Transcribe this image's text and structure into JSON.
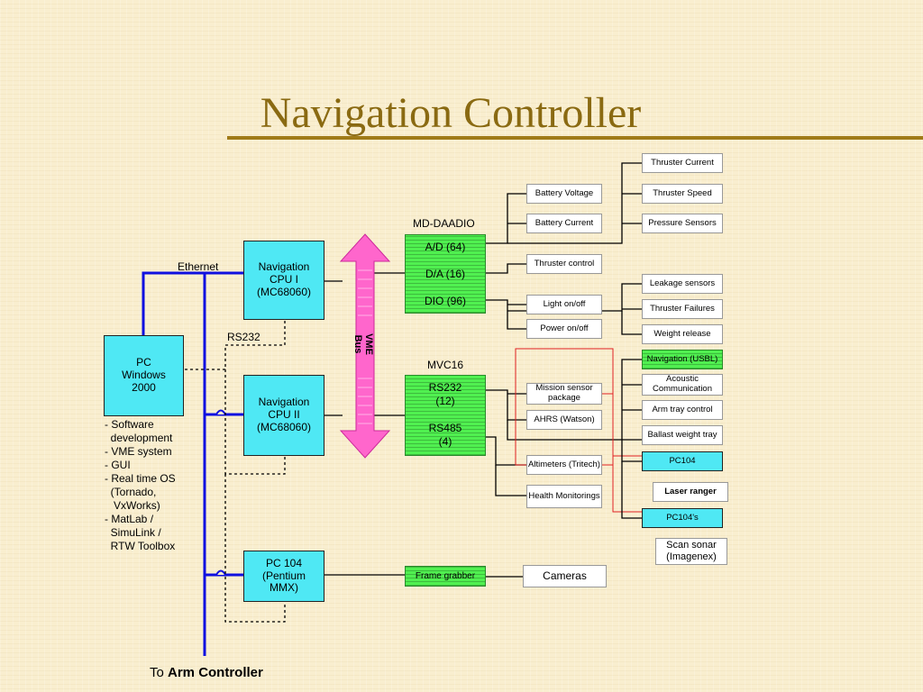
{
  "title": "Navigation Controller",
  "labels": {
    "ethernet": "Ethernet",
    "rs232": "RS232",
    "md_daadio": "MD-DAADIO",
    "mvc16": "MVC16",
    "vme_bus": "VME Bus",
    "to_arm_prefix": "To ",
    "to_arm_bold": "Arm Controller"
  },
  "pc_windows": [
    "PC",
    "Windows",
    "2000"
  ],
  "pc_notes": [
    "- Software",
    "  development",
    "- VME system",
    "- GUI",
    "- Real time OS",
    "  (Tornado,",
    "   VxWorks)",
    "- MatLab /",
    "  SimuLink /",
    "  RTW Toolbox"
  ],
  "cpu1": [
    "Navigation",
    "CPU  I",
    "(MC68060)"
  ],
  "cpu2": [
    "Navigation",
    "CPU  II",
    "(MC68060)"
  ],
  "pc104_pentium": [
    "PC 104",
    "(Pentium",
    "MMX)"
  ],
  "daadio": {
    "ad": "A/D (64)",
    "da": "D/A  (16)",
    "dio": "DIO (96)"
  },
  "mvc": {
    "rs232": "RS232",
    "rs232_n": "(12)",
    "rs485": "RS485",
    "rs485_n": "(4)"
  },
  "frame_grabber": "Frame grabber",
  "cameras": "Cameras",
  "mid_boxes": {
    "battery_voltage": "Battery Voltage",
    "battery_current": "Battery Current",
    "thruster_control": "Thruster control",
    "light": "Light on/off",
    "power": "Power on/off",
    "mission_sensor": "Mission sensor package",
    "ahrs": "AHRS (Watson)",
    "altimeters": "Altimeters (Tritech)",
    "health": "Health Monitorings"
  },
  "right_boxes": {
    "thruster_current": "Thruster Current",
    "thruster_speed": "Thruster Speed",
    "pressure": "Pressure Sensors",
    "leakage": "Leakage sensors",
    "thruster_failures": "Thruster Failures",
    "weight_release": "Weight release",
    "navigation_usbl": "Navigation (USBL)",
    "acoustic": "Acoustic Communication",
    "arm_tray": "Arm tray control",
    "ballast": "Ballast weight tray",
    "pc104": "PC104",
    "laser": "Laser ranger",
    "pc104s": "PC104's",
    "scan_sonar": "Scan sonar (Imagenex)"
  },
  "colors": {
    "background": "#f9eecf",
    "title": "#8a6a12",
    "ethernet_bus": "#1010e0",
    "cyan_box": "#4fe8f4",
    "green_box": "#50f050",
    "vme_arrow": "#ff66cc",
    "red_wire": "#e02020"
  }
}
